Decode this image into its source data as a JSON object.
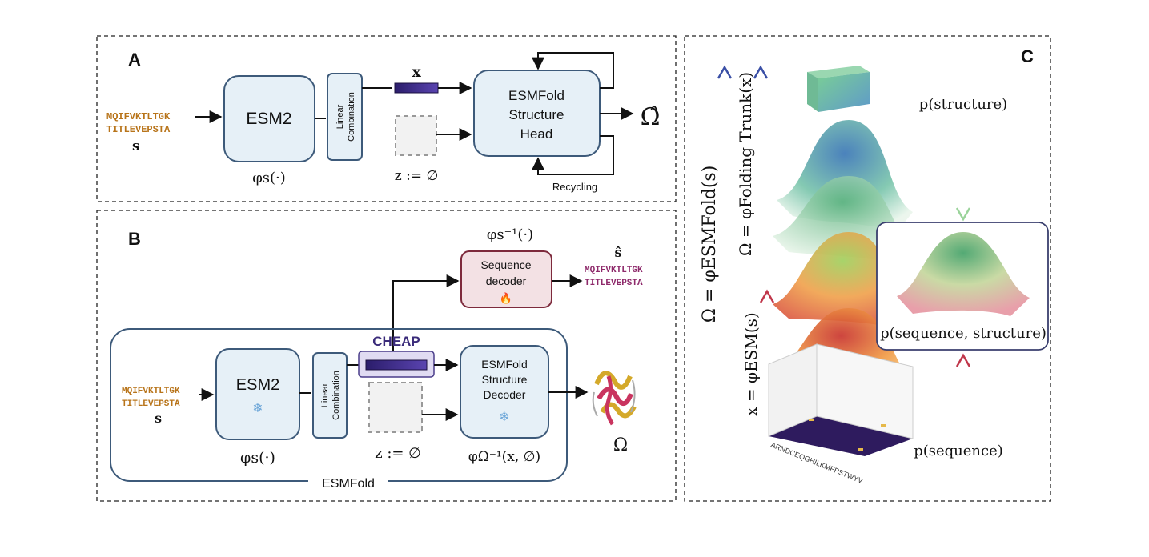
{
  "panel_a": {
    "letter": "A",
    "seq_line1": "MQIFVKTLTGK",
    "seq_line2": "TITLEVEPSTA",
    "seq_symbol": "s",
    "esm2_label": "ESM2",
    "linear_line1": "Linear",
    "linear_line2": "Combination",
    "x_label": "x",
    "phi_label": "φs(·)",
    "z_label": "z := ∅",
    "head_line1": "ESMFold",
    "head_line2": "Structure",
    "head_line3": "Head",
    "recycling_label": "Recycling",
    "omega_label": "Ω̂"
  },
  "panel_b": {
    "letter": "B",
    "phi_inv_label": "φs⁻¹(·)",
    "decoder_line1": "Sequence",
    "decoder_line2": "decoder",
    "fire_icon": "🔥",
    "s_hat_label": "ŝ",
    "s_hat_line1": "MQIFVKTLTGK",
    "s_hat_line2": "TITLEVEPSTA",
    "cheap_label": "CHEAP",
    "seq_line1": "MQIFVKTLTGK",
    "seq_line2": "TITLEVEPSTA",
    "seq_symbol": "s",
    "esm2_label": "ESM2",
    "frozen_icon": "❄",
    "linear_line1": "Linear",
    "linear_line2": "Combination",
    "phi_label": "φs(·)",
    "z_label": "z := ∅",
    "struct_line1": "ESMFold",
    "struct_line2": "Structure",
    "struct_line3": "Decoder",
    "phi_omega_label": "φΩ⁻¹(x, ∅)",
    "omega_label": "Ω",
    "esmfold_label": "ESMFold"
  },
  "panel_c": {
    "letter": "C",
    "axis1": "Ω = φESMFold(s)",
    "axis2": "Ω = φFolding Trunk(x)",
    "axis3": "x = φESM(s)",
    "p_structure": "p(structure)",
    "p_joint": "p(sequence, structure)",
    "p_sequence": "p(sequence)",
    "amino_axis": "ARNDCEQGHILKMFPSTWYV"
  },
  "colors": {
    "box_fill": "#e6f0f7",
    "box_stroke": "#3d5a7a",
    "seq_text": "#b8741a",
    "seq_hat_text": "#8e2a6b",
    "cheap_text": "#3a2b7a",
    "decoder_fill": "#f3e1e4",
    "decoder_stroke": "#7d2a3c"
  }
}
